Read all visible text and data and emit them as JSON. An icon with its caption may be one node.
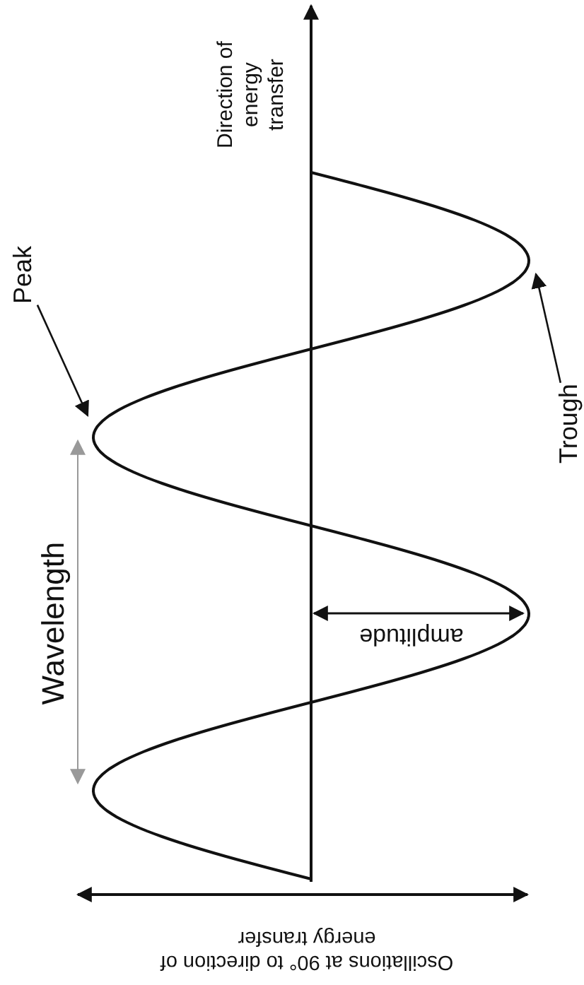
{
  "diagram": {
    "nodes": [
      {
        "text": [
          "Peak"
        ]
      },
      {
        "text": [
          "Trough"
        ]
      }
    ],
    "edges": [
      {
        "from": 0,
        "to": null,
        "arrow": "to"
      },
      {
        "from": 1,
        "to": null,
        "arrow": "to"
      }
    ],
    "labels": [
      "Direction of energy transfer",
      "Wavelength",
      "amplitude",
      "Oscillations at 90° to direction of energy transfer"
    ]
  }
}
